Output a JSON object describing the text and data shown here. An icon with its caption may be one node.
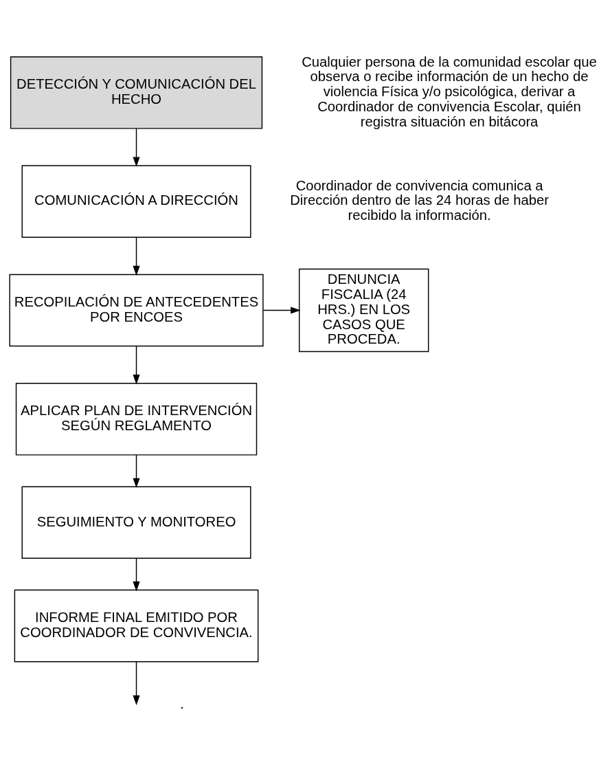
{
  "diagram": {
    "nodes": [
      {
        "text": [
          "DETECCIÓN Y COMUNICACIÓN DEL HECHO"
        ],
        "beside": [
          "Cualquier persona de la comunidad escolar que observa o recibe información de un hecho de violencia Física y/o psicológica, derivar a Coordinador de convivencia Escolar, quién registra situación en bitácora"
        ]
      },
      {
        "text": [
          "COMUNICACIÓN A DIRECCIÓN"
        ],
        "beside": [
          "Coordinador de convivencia comunica a Dirección dentro de las 24 horas de haber recibido la información."
        ]
      },
      {
        "text": [
          "RECOPILACIÓN DE ANTECEDENTES POR ENCOES"
        ]
      },
      {
        "text": [
          "DENUNCIA FISCALIA (24 HRS.) EN LOS CASOS QUE PROCEDA."
        ]
      },
      {
        "text": [
          "APLICAR PLAN DE INTERVENCIÓN SEGÚN REGLAMENTO"
        ]
      },
      {
        "text": [
          "SEGUIMIENTO Y MONITOREO"
        ]
      },
      {
        "text": [
          "INFORME FINAL EMITIDO POR COORDINADOR DE CONVIVENCIA."
        ]
      }
    ],
    "edges": [
      {
        "from": 0,
        "to": 1,
        "arrow": "to"
      },
      {
        "from": 1,
        "to": 2,
        "arrow": "to"
      },
      {
        "from": 2,
        "to": 3,
        "arrow": "to"
      },
      {
        "from": 2,
        "to": 4,
        "arrow": "to"
      },
      {
        "from": 4,
        "to": 5,
        "arrow": "to"
      },
      {
        "from": 5,
        "to": 6,
        "arrow": "to"
      },
      {
        "from": 6,
        "to": null,
        "arrow": "to"
      }
    ],
    "labels": [
      "."
    ]
  }
}
